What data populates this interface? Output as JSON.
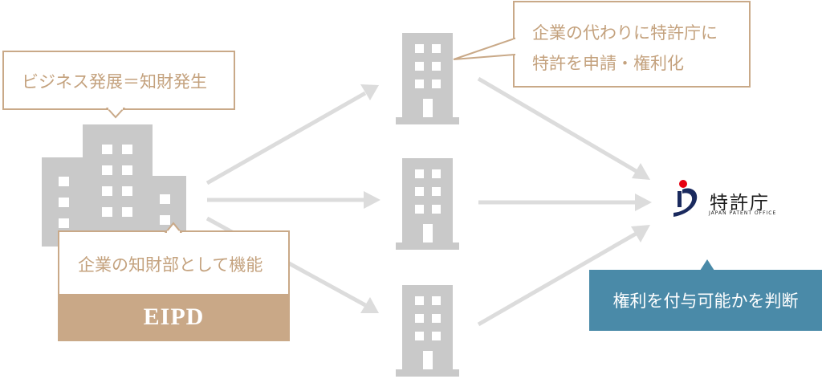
{
  "callouts": {
    "development": "ビジネス発展＝知財発生",
    "filing_line1": "企業の代わりに特許庁に",
    "filing_line2": "特許を申請・権利化",
    "ip_department": "企業の知財部として機能",
    "judgment": "権利を付与可能かを判断"
  },
  "eipd": {
    "label": "EIPD"
  },
  "jpo": {
    "name": "特許庁",
    "subtitle": "JAPAN PATENT OFFICE"
  },
  "colors": {
    "building": "#c9c9c9",
    "window": "#ffffff",
    "arrow": "#dcdcdc",
    "callout_border": "#c9a988",
    "callout_text": "#c4a27e",
    "eipd_fill": "#c9a887",
    "judgment_fill": "#4a8aa8",
    "jpo_red": "#e60012",
    "jpo_navy": "#1a2a5e"
  }
}
